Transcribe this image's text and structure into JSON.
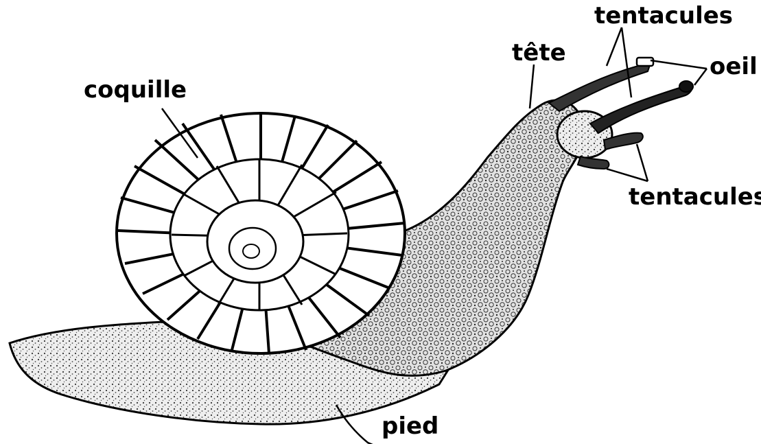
{
  "diagram": {
    "labels": {
      "coquille": "coquille",
      "tete": "tête",
      "tentacules_top": "tentacules",
      "oeil": "oeil",
      "tentacules_bottom": "tentacules",
      "pied": "pied"
    },
    "colors": {
      "ink": "#000000",
      "paper": "#ffffff",
      "body_fill": "#e6e6e6",
      "foot_fill": "#f2f2f2",
      "shell_fill": "#ffffff"
    }
  }
}
